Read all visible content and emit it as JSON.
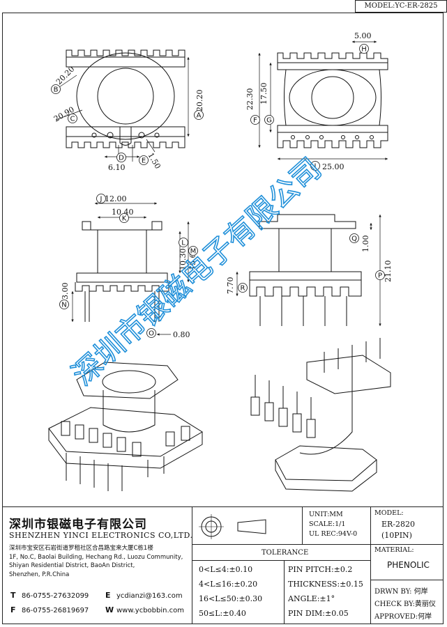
{
  "model_tag": "MODEL:YC-ER-2825",
  "watermark": "深圳市银磁电子有限公司",
  "dims": {
    "h_500": "5.00",
    "a_2020": "20.20",
    "b_2020": "20.20",
    "c_2090": "20.90",
    "e_150": "1.50",
    "d_610": "6.10",
    "f_2230": "22.30",
    "g_1750": "17.50",
    "i_2500": "25.00",
    "j_1200": "12.00",
    "k_1040": "10.40",
    "l_1030": "10.30",
    "m_1560": "15.60",
    "n_300": "3.00",
    "o_080": "0.80",
    "q_100": "1.00",
    "p_2110": "21.10",
    "r_770": "7.70"
  },
  "labels": [
    "A",
    "B",
    "C",
    "D",
    "E",
    "F",
    "G",
    "H",
    "I",
    "J",
    "K",
    "L",
    "M",
    "N",
    "O",
    "P",
    "Q",
    "R"
  ],
  "title_block": {
    "company_cn": "深圳市银磁电子有限公司",
    "company_en": "SHENZHEN YINCI ELECTRONICS CO,LTD.",
    "address_cn": "深圳市宝安区石岩街道罗租社区合昌路宝来大厦C栋1楼",
    "address_en_1": "1F, No.C, Baolai Building, Hechang Rd., Luozu Community,",
    "address_en_2": "Shiyan Residential District, BaoAn District,",
    "address_en_3": "Shenzhen, P.R.China",
    "tel_key": "T",
    "tel": "86-0755-27632099",
    "fax_key": "F",
    "fax": "86-0755-26819697",
    "email_key": "E",
    "email": "ycdianzi@163.com",
    "web_key": "W",
    "web": "www.ycbobbin.com",
    "unit": "UNIT:MM",
    "scale": "SCALE:1/1",
    "ul_rec": "UL REC:94V-0",
    "model_label": "MODEL:",
    "model_value": "ER-2820",
    "pins": "(10PIN)",
    "material_label": "MATERIAL:",
    "material_value": "PHENOLIC",
    "tolerance_title": "TOLERANCE",
    "tol_1": "0<L≤4:±0.10",
    "tol_2": "4<L≤16:±0.20",
    "tol_3": "16<L≤50:±0.30",
    "tol_4": "50≤L:±0.40",
    "pin_pitch": "PIN PITCH:±0.2",
    "thickness": "THICKNESS:±0.15",
    "angle": "ANGLE:±1°",
    "pin_dim": "PIN DIM:±0.05",
    "drwn_by": "DRWN BY: 何岸",
    "check_by": "CHECK BY:黄丽仪",
    "approved": "APPROVED:何岸"
  }
}
